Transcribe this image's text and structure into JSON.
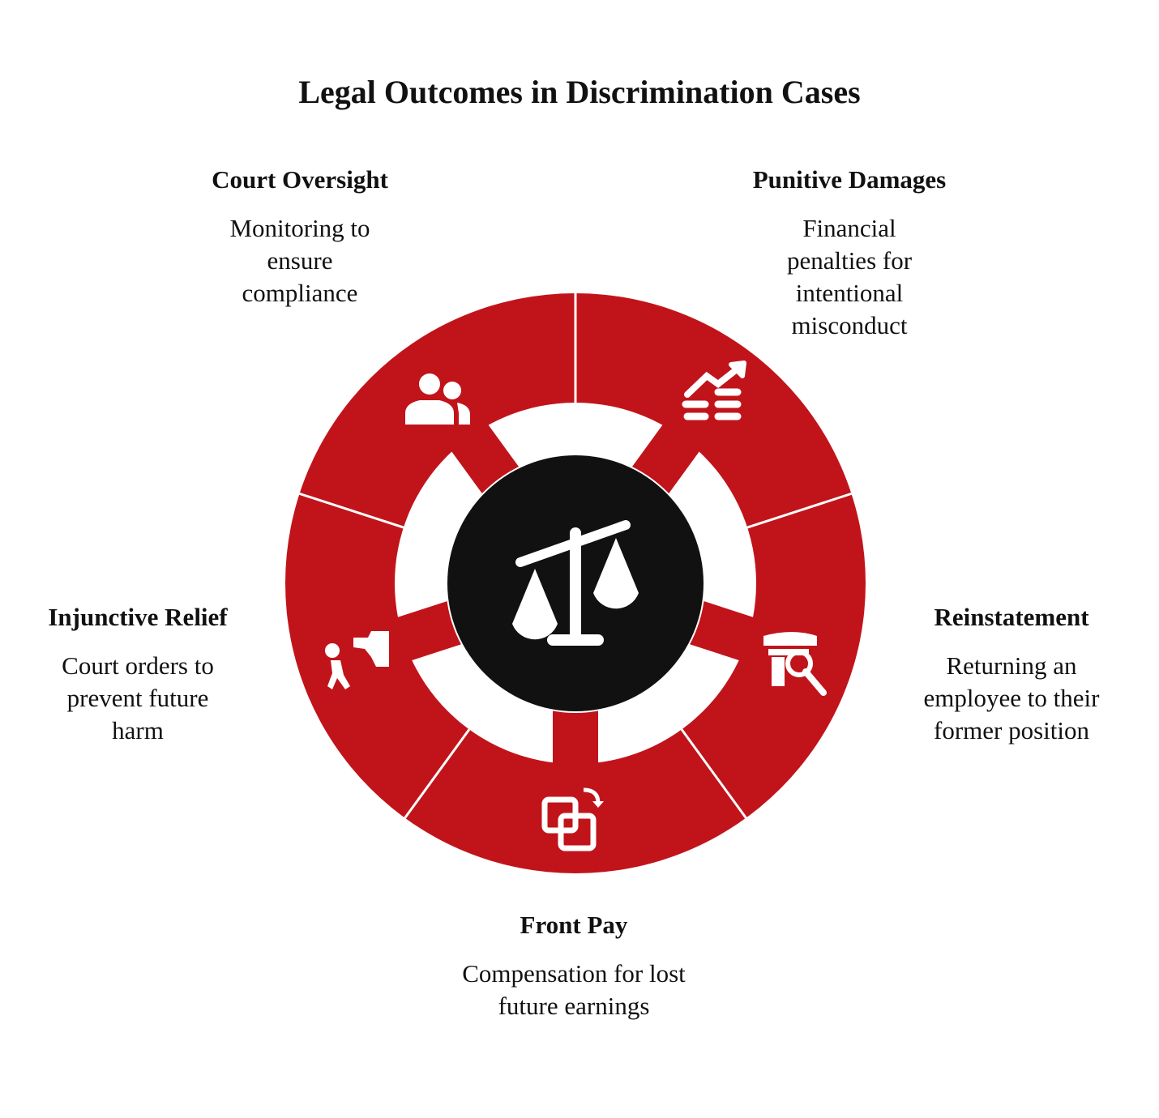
{
  "title": "Legal Outcomes in Discrimination Cases",
  "center_icon": "scales-of-justice-icon",
  "colors": {
    "segment": "#c1141a",
    "center": "#111111",
    "divider": "#ffffff"
  },
  "items": [
    {
      "label": "Court Oversight",
      "description": "Monitoring to ensure compliance",
      "icon": "people-icon"
    },
    {
      "label": "Punitive Damages",
      "description": "Financial penalties for intentional misconduct",
      "icon": "money-trend-icon"
    },
    {
      "label": "Reinstatement",
      "description": "Returning an employee to their former position",
      "icon": "employee-search-icon"
    },
    {
      "label": "Front Pay",
      "description": "Compensation for lost future earnings",
      "icon": "transfer-icon"
    },
    {
      "label": "Injunctive Relief",
      "description": "Court orders to prevent future harm",
      "icon": "stop-hand-icon"
    }
  ]
}
